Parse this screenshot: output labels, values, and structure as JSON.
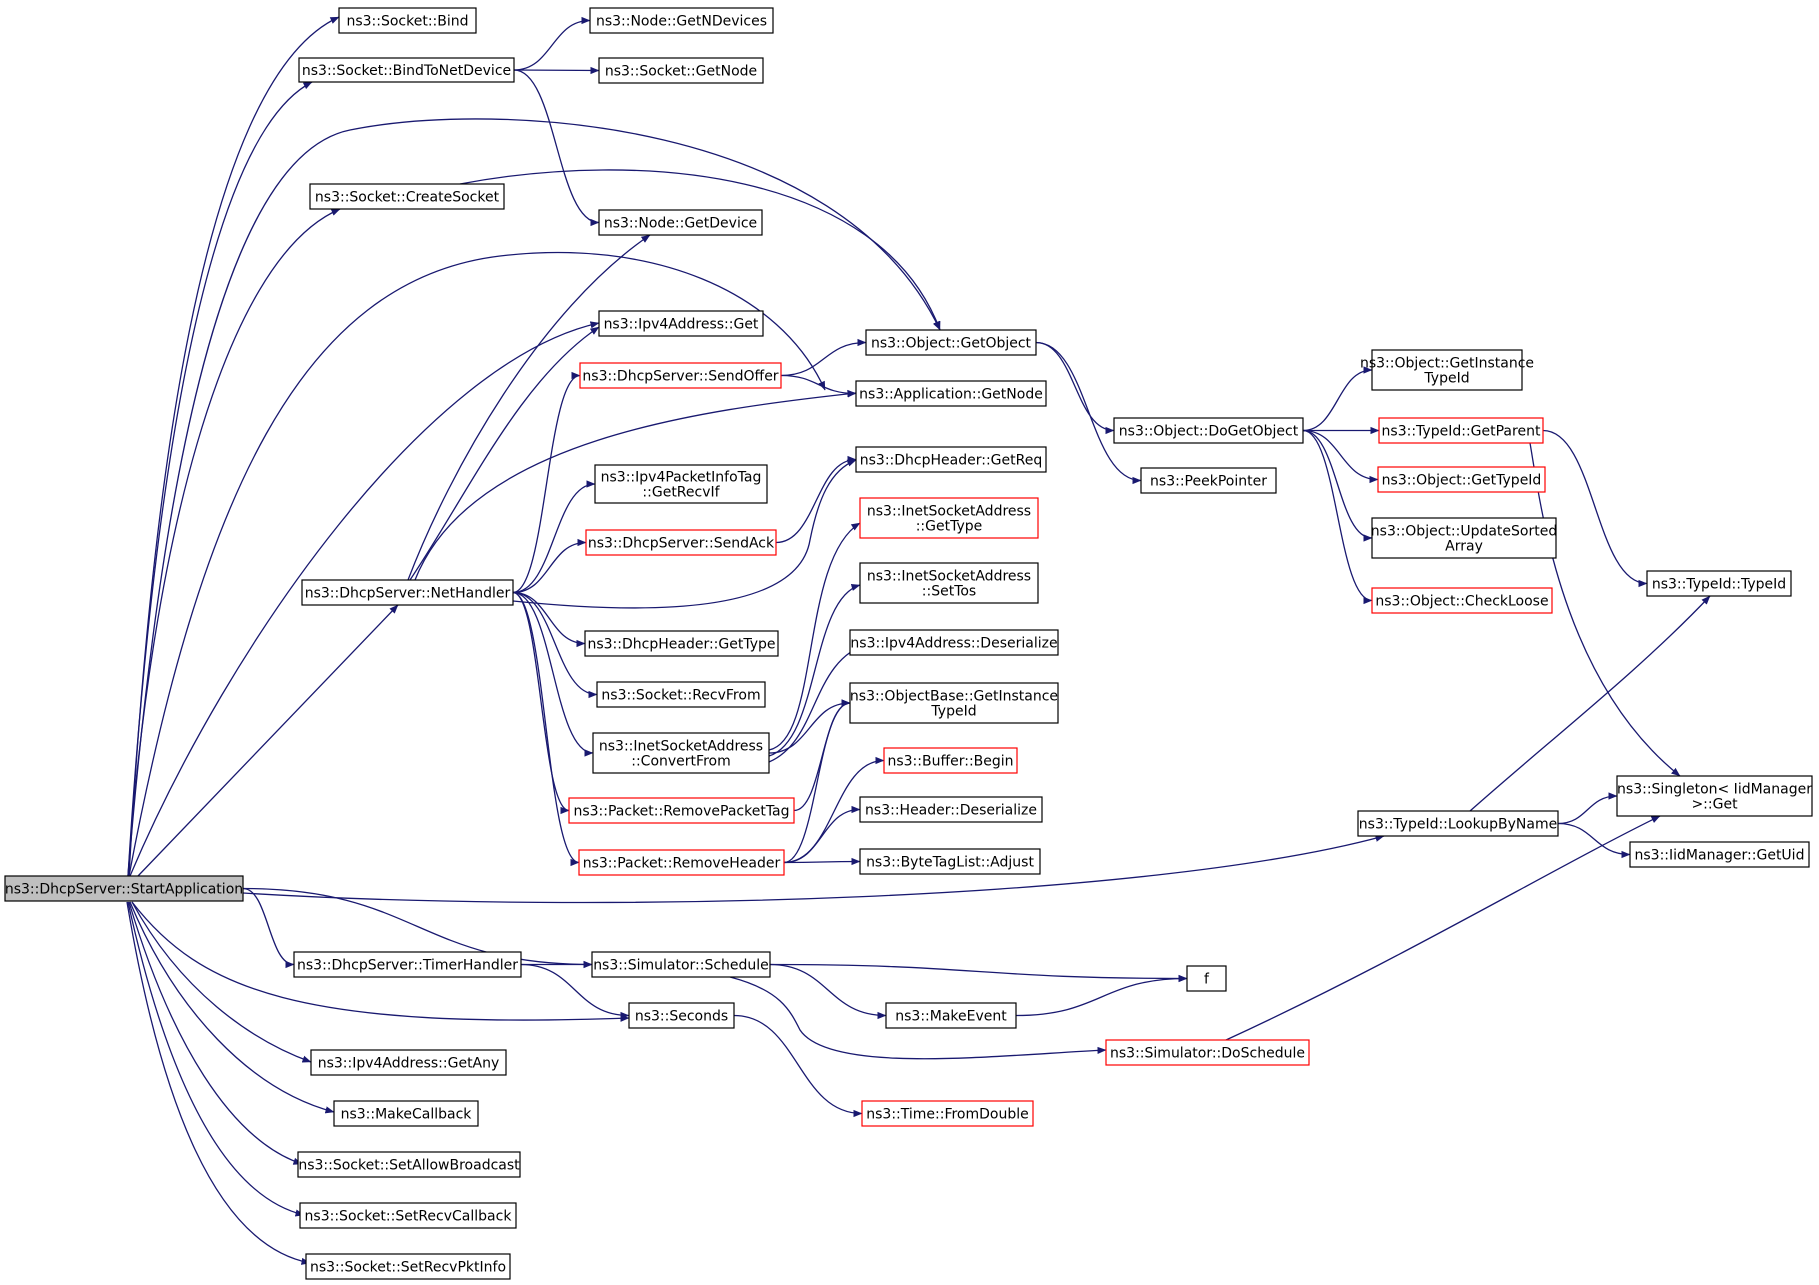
{
  "colors": {
    "edge": "#191970",
    "box_border": "#000000",
    "box_border_truncated": "#ff0000",
    "root_fill": "#bfbfbf",
    "box_fill": "#ffffff"
  },
  "nodes": [
    {
      "id": "root",
      "lines": [
        "ns3::DhcpServer::StartApplication"
      ],
      "style": "root"
    },
    {
      "id": "bind",
      "lines": [
        "ns3::Socket::Bind"
      ],
      "style": "normal"
    },
    {
      "id": "bindToNetDevice",
      "lines": [
        "ns3::Socket::BindToNetDevice"
      ],
      "style": "normal"
    },
    {
      "id": "createSocket",
      "lines": [
        "ns3::Socket::CreateSocket"
      ],
      "style": "normal"
    },
    {
      "id": "netHandler",
      "lines": [
        "ns3::DhcpServer::NetHandler"
      ],
      "style": "normal"
    },
    {
      "id": "timerHandler",
      "lines": [
        "ns3::DhcpServer::TimerHandler"
      ],
      "style": "normal"
    },
    {
      "id": "getAny",
      "lines": [
        "ns3::Ipv4Address::GetAny"
      ],
      "style": "normal"
    },
    {
      "id": "makeCallback",
      "lines": [
        "ns3::MakeCallback"
      ],
      "style": "normal"
    },
    {
      "id": "setAllowBroadcast",
      "lines": [
        "ns3::Socket::SetAllowBroadcast"
      ],
      "style": "normal"
    },
    {
      "id": "setRecvCallback",
      "lines": [
        "ns3::Socket::SetRecvCallback"
      ],
      "style": "normal"
    },
    {
      "id": "setRecvPktInfo",
      "lines": [
        "ns3::Socket::SetRecvPktInfo"
      ],
      "style": "normal"
    },
    {
      "id": "getNDevices",
      "lines": [
        "ns3::Node::GetNDevices"
      ],
      "style": "normal"
    },
    {
      "id": "socketGetNode",
      "lines": [
        "ns3::Socket::GetNode"
      ],
      "style": "normal"
    },
    {
      "id": "nodeGetDevice",
      "lines": [
        "ns3::Node::GetDevice"
      ],
      "style": "normal"
    },
    {
      "id": "ipv4Get",
      "lines": [
        "ns3::Ipv4Address::Get"
      ],
      "style": "normal"
    },
    {
      "id": "sendOffer",
      "lines": [
        "ns3::DhcpServer::SendOffer"
      ],
      "style": "truncated"
    },
    {
      "id": "getRecvIf",
      "lines": [
        "ns3::Ipv4PacketInfoTag",
        "::GetRecvIf"
      ],
      "style": "normal"
    },
    {
      "id": "sendAck",
      "lines": [
        "ns3::DhcpServer::SendAck"
      ],
      "style": "truncated"
    },
    {
      "id": "dhcpGetType",
      "lines": [
        "ns3::DhcpHeader::GetType"
      ],
      "style": "normal"
    },
    {
      "id": "recvFrom",
      "lines": [
        "ns3::Socket::RecvFrom"
      ],
      "style": "normal"
    },
    {
      "id": "convertFrom",
      "lines": [
        "ns3::InetSocketAddress",
        "::ConvertFrom"
      ],
      "style": "normal"
    },
    {
      "id": "removePacketTag",
      "lines": [
        "ns3::Packet::RemovePacketTag"
      ],
      "style": "truncated"
    },
    {
      "id": "removeHeader",
      "lines": [
        "ns3::Packet::RemoveHeader"
      ],
      "style": "truncated"
    },
    {
      "id": "simSchedule",
      "lines": [
        "ns3::Simulator::Schedule"
      ],
      "style": "normal"
    },
    {
      "id": "seconds",
      "lines": [
        "ns3::Seconds"
      ],
      "style": "normal"
    },
    {
      "id": "objGetObject",
      "lines": [
        "ns3::Object::GetObject"
      ],
      "style": "normal"
    },
    {
      "id": "appGetNode",
      "lines": [
        "ns3::Application::GetNode"
      ],
      "style": "normal"
    },
    {
      "id": "getReq",
      "lines": [
        "ns3::DhcpHeader::GetReq"
      ],
      "style": "normal"
    },
    {
      "id": "inetGetType",
      "lines": [
        "ns3::InetSocketAddress",
        "::GetType"
      ],
      "style": "truncated"
    },
    {
      "id": "setTos",
      "lines": [
        "ns3::InetSocketAddress",
        "::SetTos"
      ],
      "style": "normal"
    },
    {
      "id": "ipv4Deserialize",
      "lines": [
        "ns3::Ipv4Address::Deserialize"
      ],
      "style": "normal"
    },
    {
      "id": "objBaseGetInstanceTypeId",
      "lines": [
        "ns3::ObjectBase::GetInstance",
        "TypeId"
      ],
      "style": "normal"
    },
    {
      "id": "bufferBegin",
      "lines": [
        "ns3::Buffer::Begin"
      ],
      "style": "truncated"
    },
    {
      "id": "headerDeserialize",
      "lines": [
        "ns3::Header::Deserialize"
      ],
      "style": "normal"
    },
    {
      "id": "byteTagAdjust",
      "lines": [
        "ns3::ByteTagList::Adjust"
      ],
      "style": "normal"
    },
    {
      "id": "makeEvent",
      "lines": [
        "ns3::MakeEvent"
      ],
      "style": "normal"
    },
    {
      "id": "timeFromDouble",
      "lines": [
        "ns3::Time::FromDouble"
      ],
      "style": "truncated"
    },
    {
      "id": "f",
      "lines": [
        "f"
      ],
      "style": "normal"
    },
    {
      "id": "doSchedule",
      "lines": [
        "ns3::Simulator::DoSchedule"
      ],
      "style": "truncated"
    },
    {
      "id": "doGetObject",
      "lines": [
        "ns3::Object::DoGetObject"
      ],
      "style": "normal"
    },
    {
      "id": "peekPointer",
      "lines": [
        "ns3::PeekPointer"
      ],
      "style": "normal"
    },
    {
      "id": "objGetInstanceTypeId",
      "lines": [
        "ns3::Object::GetInstance",
        "TypeId"
      ],
      "style": "normal"
    },
    {
      "id": "typeIdGetParent",
      "lines": [
        "ns3::TypeId::GetParent"
      ],
      "style": "truncated"
    },
    {
      "id": "objGetTypeId",
      "lines": [
        "ns3::Object::GetTypeId"
      ],
      "style": "truncated"
    },
    {
      "id": "updateSortedArray",
      "lines": [
        "ns3::Object::UpdateSorted",
        "Array"
      ],
      "style": "normal"
    },
    {
      "id": "checkLoose",
      "lines": [
        "ns3::Object::CheckLoose"
      ],
      "style": "truncated"
    },
    {
      "id": "lookupByName",
      "lines": [
        "ns3::TypeId::LookupByName"
      ],
      "style": "normal"
    },
    {
      "id": "typeIdTypeId",
      "lines": [
        "ns3::TypeId::TypeId"
      ],
      "style": "normal"
    },
    {
      "id": "singletonGet",
      "lines": [
        "ns3::Singleton< IidManager",
        " >::Get"
      ],
      "style": "normal"
    },
    {
      "id": "iidGetUid",
      "lines": [
        "ns3::IidManager::GetUid"
      ],
      "style": "normal"
    }
  ],
  "edges": [
    [
      "root",
      "bind"
    ],
    [
      "root",
      "bindToNetDevice"
    ],
    [
      "root",
      "createSocket"
    ],
    [
      "root",
      "objGetObject"
    ],
    [
      "root",
      "appGetNode"
    ],
    [
      "root",
      "netHandler"
    ],
    [
      "root",
      "lookupByName"
    ],
    [
      "root",
      "timerHandler"
    ],
    [
      "root",
      "simSchedule"
    ],
    [
      "root",
      "seconds"
    ],
    [
      "root",
      "getAny"
    ],
    [
      "root",
      "makeCallback"
    ],
    [
      "root",
      "setAllowBroadcast"
    ],
    [
      "root",
      "setRecvCallback"
    ],
    [
      "root",
      "setRecvPktInfo"
    ],
    [
      "root",
      "ipv4Get"
    ],
    [
      "bindToNetDevice",
      "getNDevices"
    ],
    [
      "bindToNetDevice",
      "socketGetNode"
    ],
    [
      "bindToNetDevice",
      "nodeGetDevice"
    ],
    [
      "createSocket",
      "objGetObject"
    ],
    [
      "netHandler",
      "nodeGetDevice"
    ],
    [
      "netHandler",
      "ipv4Get"
    ],
    [
      "netHandler",
      "sendOffer"
    ],
    [
      "netHandler",
      "appGetNode"
    ],
    [
      "netHandler",
      "getRecvIf"
    ],
    [
      "netHandler",
      "sendAck"
    ],
    [
      "netHandler",
      "getReq"
    ],
    [
      "netHandler",
      "dhcpGetType"
    ],
    [
      "netHandler",
      "recvFrom"
    ],
    [
      "netHandler",
      "convertFrom"
    ],
    [
      "netHandler",
      "removePacketTag"
    ],
    [
      "netHandler",
      "removeHeader"
    ],
    [
      "sendOffer",
      "objGetObject"
    ],
    [
      "sendOffer",
      "appGetNode"
    ],
    [
      "sendAck",
      "getReq"
    ],
    [
      "convertFrom",
      "inetGetType"
    ],
    [
      "convertFrom",
      "setTos"
    ],
    [
      "convertFrom",
      "ipv4Deserialize"
    ],
    [
      "convertFrom",
      "objBaseGetInstanceTypeId"
    ],
    [
      "removePacketTag",
      "objBaseGetInstanceTypeId"
    ],
    [
      "removeHeader",
      "objBaseGetInstanceTypeId"
    ],
    [
      "removeHeader",
      "bufferBegin"
    ],
    [
      "removeHeader",
      "headerDeserialize"
    ],
    [
      "removeHeader",
      "byteTagAdjust"
    ],
    [
      "timerHandler",
      "simSchedule"
    ],
    [
      "timerHandler",
      "seconds"
    ],
    [
      "simSchedule",
      "f"
    ],
    [
      "simSchedule",
      "makeEvent"
    ],
    [
      "simSchedule",
      "doSchedule"
    ],
    [
      "makeEvent",
      "f"
    ],
    [
      "seconds",
      "timeFromDouble"
    ],
    [
      "doSchedule",
      "singletonGet"
    ],
    [
      "objGetObject",
      "doGetObject"
    ],
    [
      "objGetObject",
      "peekPointer"
    ],
    [
      "doGetObject",
      "objGetInstanceTypeId"
    ],
    [
      "doGetObject",
      "typeIdGetParent"
    ],
    [
      "doGetObject",
      "objGetTypeId"
    ],
    [
      "doGetObject",
      "updateSortedArray"
    ],
    [
      "doGetObject",
      "checkLoose"
    ],
    [
      "typeIdGetParent",
      "typeIdTypeId"
    ],
    [
      "typeIdGetParent",
      "singletonGet"
    ],
    [
      "lookupByName",
      "typeIdTypeId"
    ],
    [
      "lookupByName",
      "singletonGet"
    ],
    [
      "lookupByName",
      "iidGetUid"
    ]
  ]
}
